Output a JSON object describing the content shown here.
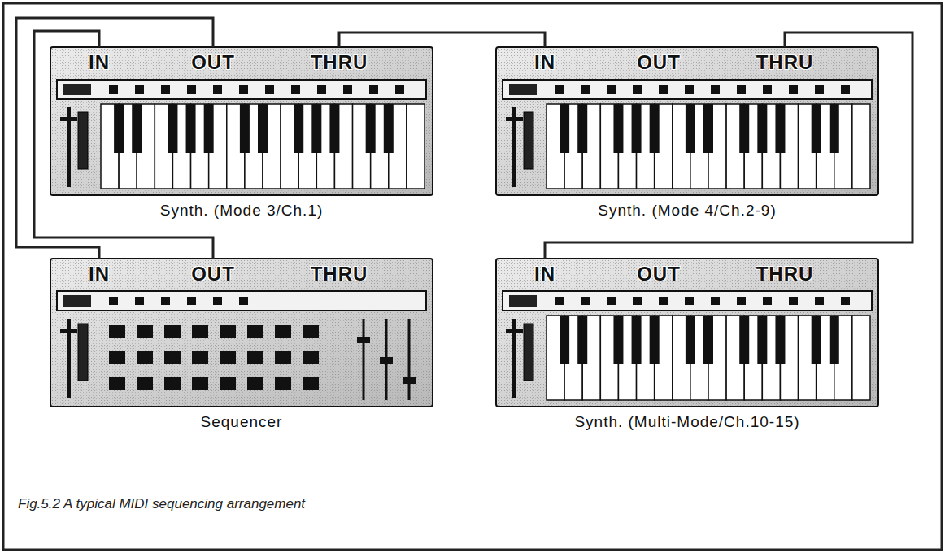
{
  "diagram": {
    "caption": "Fig.5.2 A typical MIDI sequencing arrangement",
    "nodes": [
      {
        "text": [
          "IN",
          "OUT",
          "THRU",
          "Synth. (Mode 3/Ch.1)"
        ]
      },
      {
        "text": [
          "IN",
          "OUT",
          "THRU",
          "Synth. (Mode 4/Ch.2-9)"
        ]
      },
      {
        "text": [
          "IN",
          "OUT",
          "THRU",
          "Sequencer"
        ]
      },
      {
        "text": [
          "IN",
          "OUT",
          "THRU",
          "Synth. (Multi-Mode/Ch.10-15)"
        ]
      }
    ],
    "edges": [
      {
        "from": 0,
        "to": 2,
        "arrow": "none"
      },
      {
        "from": 2,
        "to": 0,
        "arrow": "none"
      },
      {
        "from": 0,
        "to": 1,
        "arrow": "none"
      },
      {
        "from": 1,
        "to": 3,
        "arrow": "none"
      }
    ]
  }
}
